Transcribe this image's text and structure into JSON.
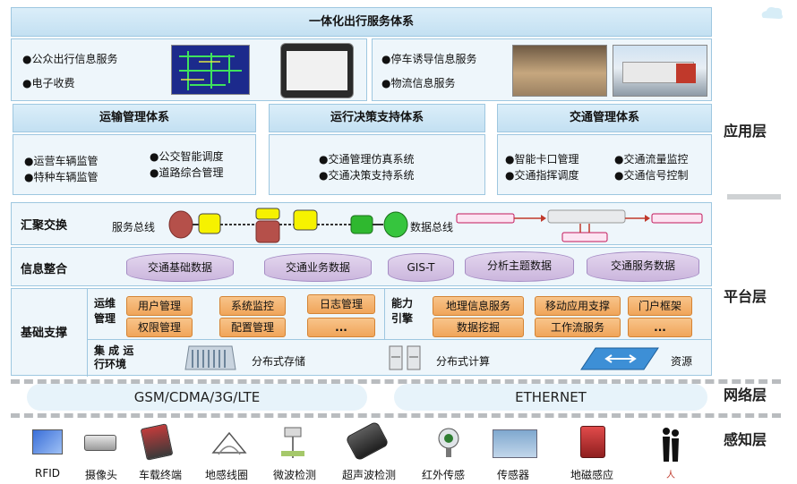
{
  "top_title": "一体化出行服务体系",
  "top_left_items": [
    "●公众出行信息服务",
    "●电子收费"
  ],
  "top_right_items": [
    "●停车诱导信息服务",
    "●物流信息服务"
  ],
  "map_thumb_caption": "",
  "systems": [
    {
      "title": "运输管理体系",
      "items": [
        "●运营车辆监管",
        "●特种车辆监管",
        "●公交智能调度",
        "●道路综合管理"
      ]
    },
    {
      "title": "运行决策支持体系",
      "items": [
        "●交通管理仿真系统",
        "●交通决策支持系统"
      ]
    },
    {
      "title": "交通管理体系",
      "items": [
        "●智能卡口管理",
        "●交通指挥调度",
        "●交通流量监控",
        "●交通信号控制"
      ]
    }
  ],
  "layers": {
    "app": "应用层",
    "platform": "平台层",
    "network": "网络层",
    "sense": "感知层"
  },
  "exchange": {
    "label": "汇聚交换",
    "service_bus": "服务总线",
    "data_bus": "数据总线"
  },
  "integration": {
    "label": "信息整合",
    "items": [
      "交通基础数据",
      "交通业务数据",
      "GIS-T",
      "分析主题数据",
      "交通服务数据"
    ]
  },
  "support": {
    "label": "基础支撑",
    "ops_label": "运维\n管理",
    "ops_items": [
      "用户管理",
      "系统监控",
      "日志管理",
      "权限管理",
      "配置管理",
      "..."
    ],
    "cap_label": "能力\n引擎",
    "cap_items": [
      "地理信息服务",
      "移动应用支撑",
      "门户框架",
      "数据挖掘",
      "工作流服务",
      "..."
    ],
    "env_label": "集 成 运\n行环境",
    "env_items": [
      "分布式存储",
      "分布式计算",
      "资源"
    ]
  },
  "networks": [
    "GSM/CDMA/3G/LTE",
    "ETHERNET"
  ],
  "sensors": [
    "RFID",
    "摄像头",
    "车载终端",
    "地感线圈",
    "微波检测",
    "超声波检测",
    "红外传感",
    "传感器",
    "地磁感应",
    "人"
  ],
  "colors": {
    "panel": "#eef6fb",
    "header": "#c3e0f2",
    "border": "#9ec7e0",
    "cylinder": "#cbb6dd",
    "button": "#f0a55a"
  }
}
